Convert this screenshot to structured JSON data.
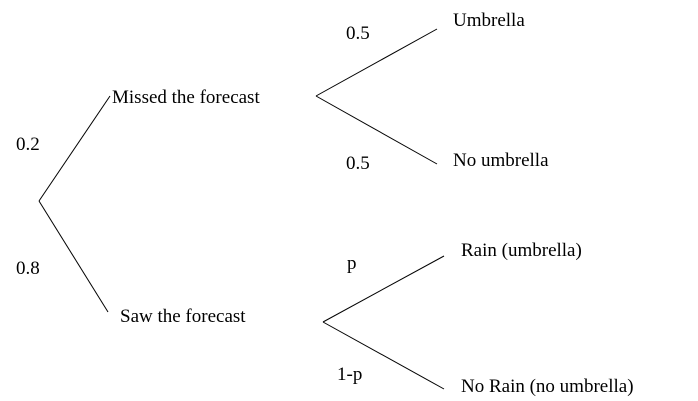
{
  "tree": {
    "root_branches": {
      "missed_probability": "0.2",
      "saw_probability": "0.8"
    },
    "missed": {
      "label": "Missed the forecast",
      "umbrella_probability": "0.5",
      "umbrella_label": "Umbrella",
      "no_umbrella_probability": "0.5",
      "no_umbrella_label": "No umbrella"
    },
    "saw": {
      "label": "Saw the forecast",
      "rain_probability": "p",
      "rain_label": "Rain (umbrella)",
      "no_rain_probability": "1-p",
      "no_rain_label": "No Rain (no umbrella)"
    }
  },
  "colors": {
    "line": "#000000",
    "text": "#000000",
    "background": "#ffffff"
  }
}
